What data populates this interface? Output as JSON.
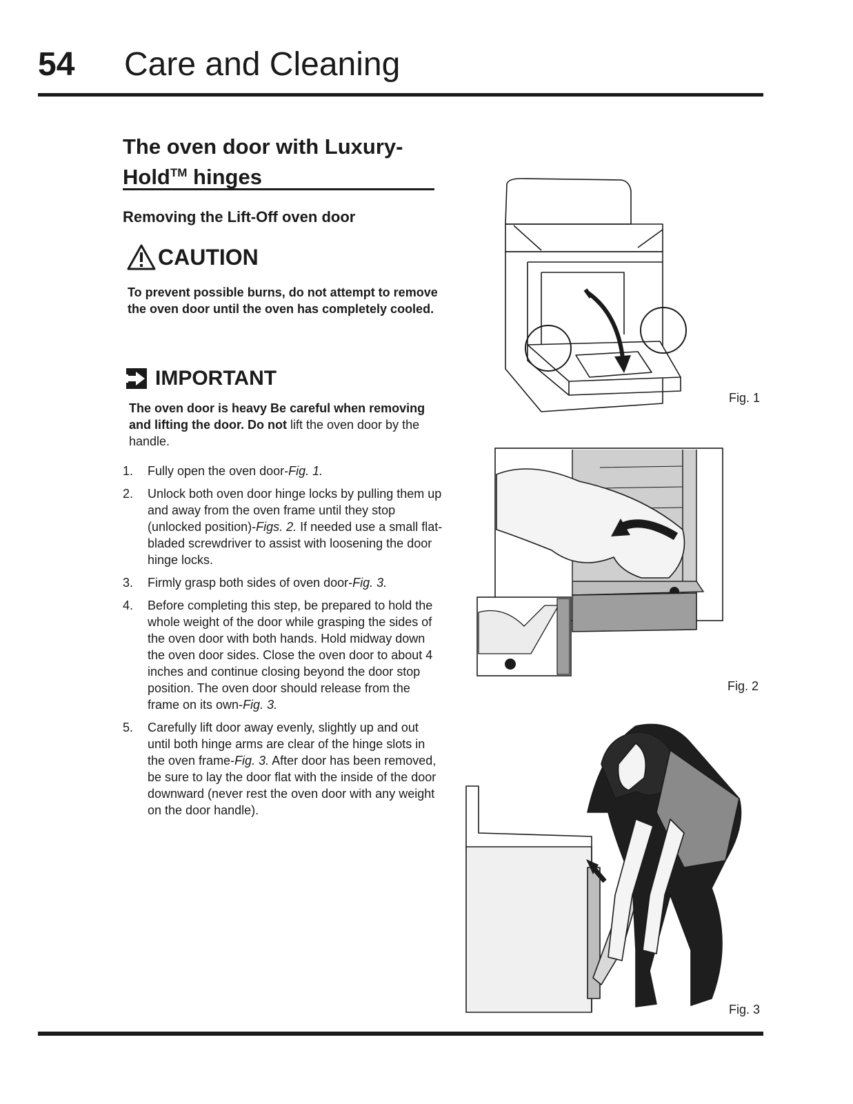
{
  "header": {
    "page_number": "54",
    "title": "Care and Cleaning"
  },
  "section": {
    "title_part1": "The oven door with Luxury-",
    "title_part2": "Hold",
    "title_tm": "TM",
    "title_part3": " hinges",
    "subheading": "Removing the Lift-Off oven door"
  },
  "caution": {
    "heading": "CAUTION",
    "text": "To prevent possible burns, do not attempt to remove the oven door until the oven has completely cooled.",
    "icon": "warning-triangle-icon"
  },
  "important": {
    "heading": "IMPORTANT",
    "text_bold": "The oven door is heavy Be careful when removing and lifting the door. Do not",
    "text_normal": " lift the oven door by the handle.",
    "icon": "arrow-right-box-icon"
  },
  "steps": [
    {
      "num": "1.",
      "text": "Fully open the oven door-",
      "ref": "Fig. 1.",
      "after": ""
    },
    {
      "num": "2.",
      "text": "Unlock both oven door hinge locks by pulling them up and away from the oven frame until they stop (unlocked position)-",
      "ref": "Figs. 2.",
      "after": " If needed use a small flat-bladed screwdriver to assist with loosening the door hinge locks."
    },
    {
      "num": "3.",
      "text": "Firmly grasp both sides of oven door-",
      "ref": "Fig. 3.",
      "after": ""
    },
    {
      "num": "4.",
      "text": "Before completing this step, be prepared to hold the whole weight of the door while grasping the sides of the oven door with both hands. Hold midway down the oven door sides. Close the oven door to about 4 inches and continue closing beyond the door stop position. The oven door should release from the frame on its own-",
      "ref": "Fig. 3.",
      "after": ""
    },
    {
      "num": "5.",
      "text": "Carefully lift door away evenly, slightly up and out until both hinge arms are clear of the hinge slots in the oven frame-",
      "ref": "Fig. 3.",
      "after": " After door has been removed, be sure to lay the door flat with the inside of the door downward (never rest the oven door with any weight on the door handle)."
    }
  ],
  "figures": {
    "fig1": "Fig. 1",
    "fig2": "Fig. 2",
    "fig3": "Fig. 3"
  }
}
